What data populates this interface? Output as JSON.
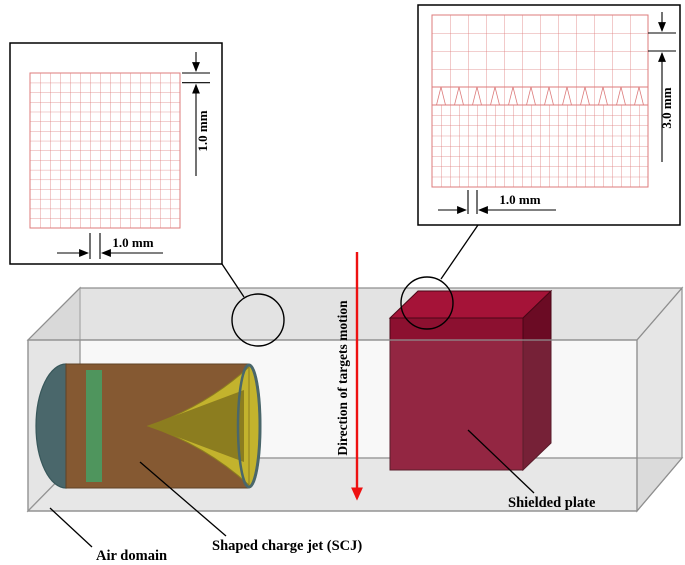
{
  "insets": {
    "left": {
      "cell_label_v": "1.0 mm",
      "cell_label_h": "1.0 mm"
    },
    "right": {
      "cell_label_v": "3.0 mm",
      "cell_label_h": "1.0 mm"
    }
  },
  "scene": {
    "motion_arrow_label": "Direction of targets motion",
    "labels": {
      "air_domain": "Air domain",
      "shaped_charge": "Shaped charge jet (SCJ)",
      "shielded_plate": "Shielded plate"
    }
  },
  "colors": {
    "mesh_line": "#dd7b7b",
    "label_text": "#000000",
    "air_box_fill": "#c8c8c8",
    "air_box_edge": "#8f8f8f",
    "charge_body": "#7d4a1e",
    "charge_cap": "#3a5a5f",
    "charge_stripe": "#3f8f4f",
    "liner_bright": "#c3b118",
    "liner_dark": "#857408",
    "plate_front": "#8c1030",
    "plate_top": "#a51338",
    "plate_side": "#6b0b24",
    "motion_arrow": "#ee1111"
  }
}
